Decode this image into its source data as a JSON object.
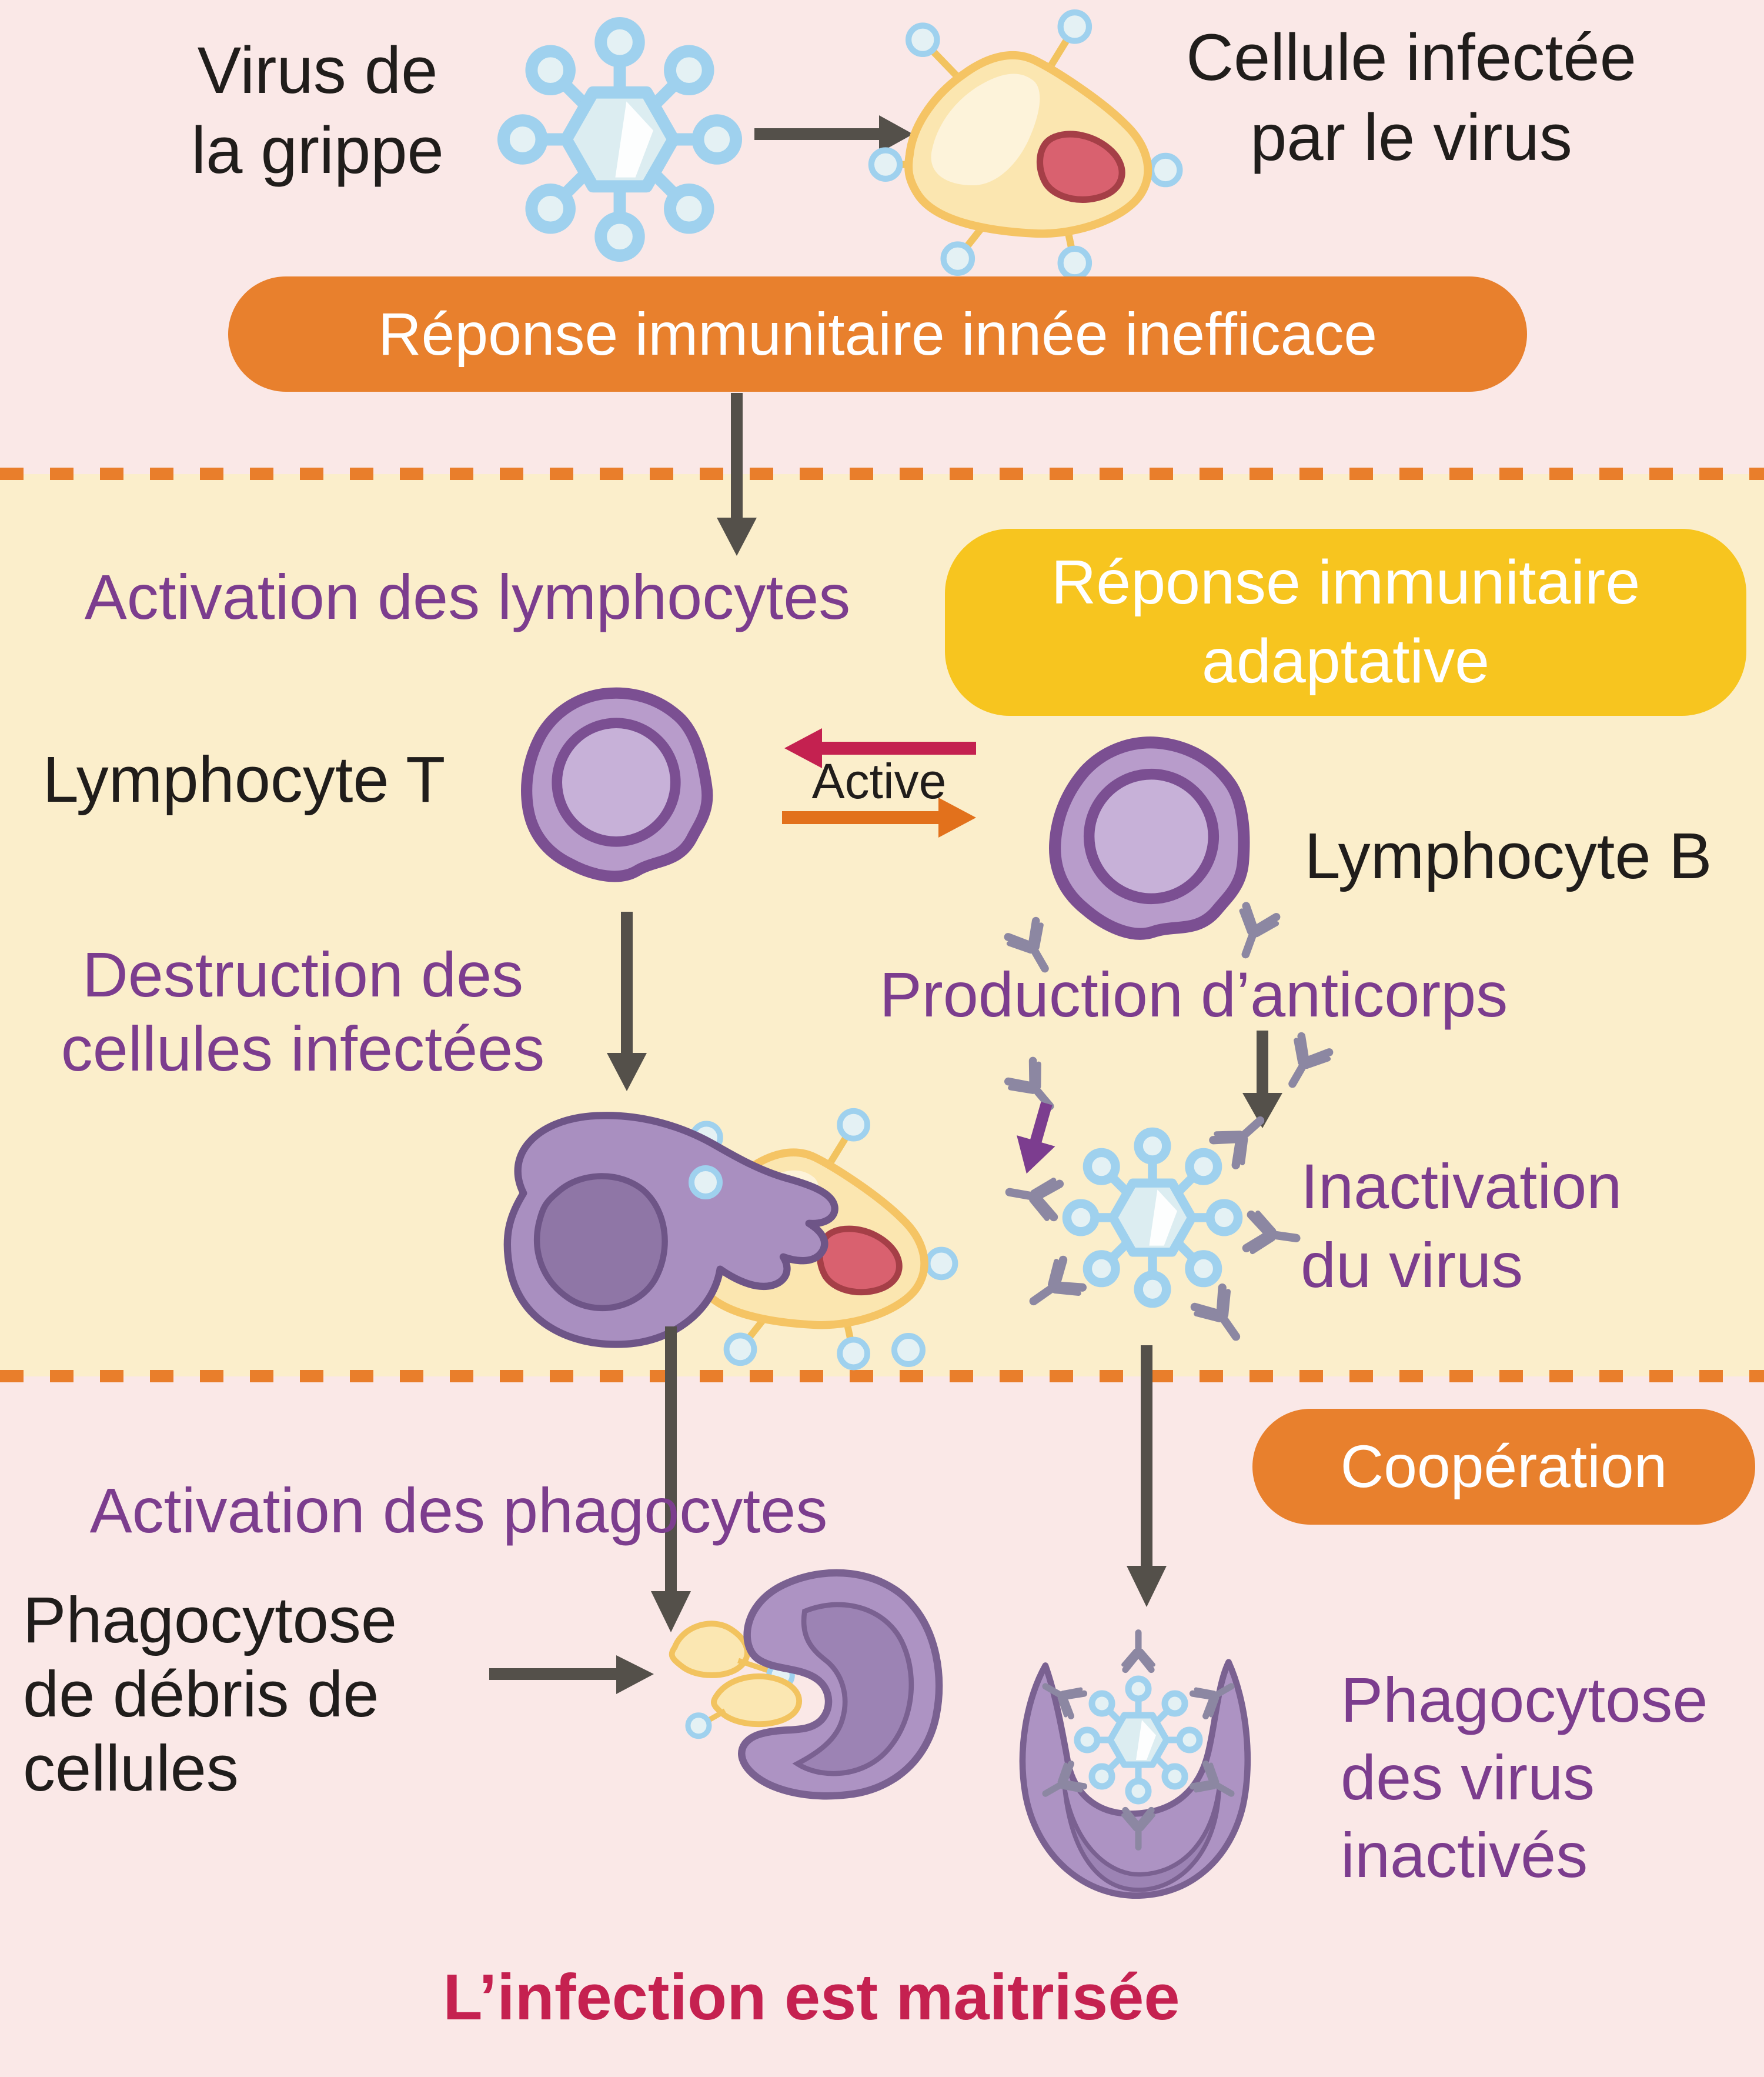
{
  "colors": {
    "background_pink": "#FAE8E7",
    "band_yellow": "#FBEECB",
    "accent_orange": "#E8802D",
    "accent_yellow": "#F7C51F",
    "dash_orange": "#E97E2B",
    "text_purple": "#7C3D8E",
    "text_black": "#201D1B",
    "text_crimson": "#C52150",
    "arrow_dark": "#54504A",
    "arrow_crimson": "#C42150",
    "arrow_orange": "#E2711C",
    "arrow_purple": "#7C3D8F",
    "cell_purple_fill": "#B89CCB",
    "cell_purple_outline": "#7B4F92",
    "phagocyte_fill": "#AD93C3",
    "phagocyte_outline": "#7A6191",
    "virus_blue": "#9FD1EE",
    "infected_cell_yellow": "#F5C464",
    "nucleus_red": "#D9616F",
    "antibody_gray": "#8C87A2"
  },
  "top": {
    "virus_line1": "Virus de",
    "virus_line2": "la grippe",
    "infected_line1": "Cellule infectée",
    "infected_line2": "par le virus",
    "innate_pill": "Réponse immunitaire innée inefficace"
  },
  "adaptive": {
    "activation_lymphocytes": "Activation des lymphocytes",
    "pill_line1": "Réponse immunitaire",
    "pill_line2": "adaptative",
    "lymphocyte_t": "Lymphocyte T",
    "active": "Active",
    "lymphocyte_b": "Lymphocyte B",
    "destruction_line1": "Destruction des",
    "destruction_line2": "cellules infectées",
    "production": "Production d’anticorps",
    "inactivation_line1": "Inactivation",
    "inactivation_line2": "du virus"
  },
  "cooperation": {
    "pill": "Coopération",
    "activation_phagocytes": "Activation des phagocytes",
    "debris_line1": "Phagocytose",
    "debris_line2": "de débris de",
    "debris_line3": "cellules",
    "virus_line1": "Phagocytose",
    "virus_line2": "des virus",
    "virus_line3": "inactivés",
    "conclusion": "L’infection est maitrisée"
  }
}
